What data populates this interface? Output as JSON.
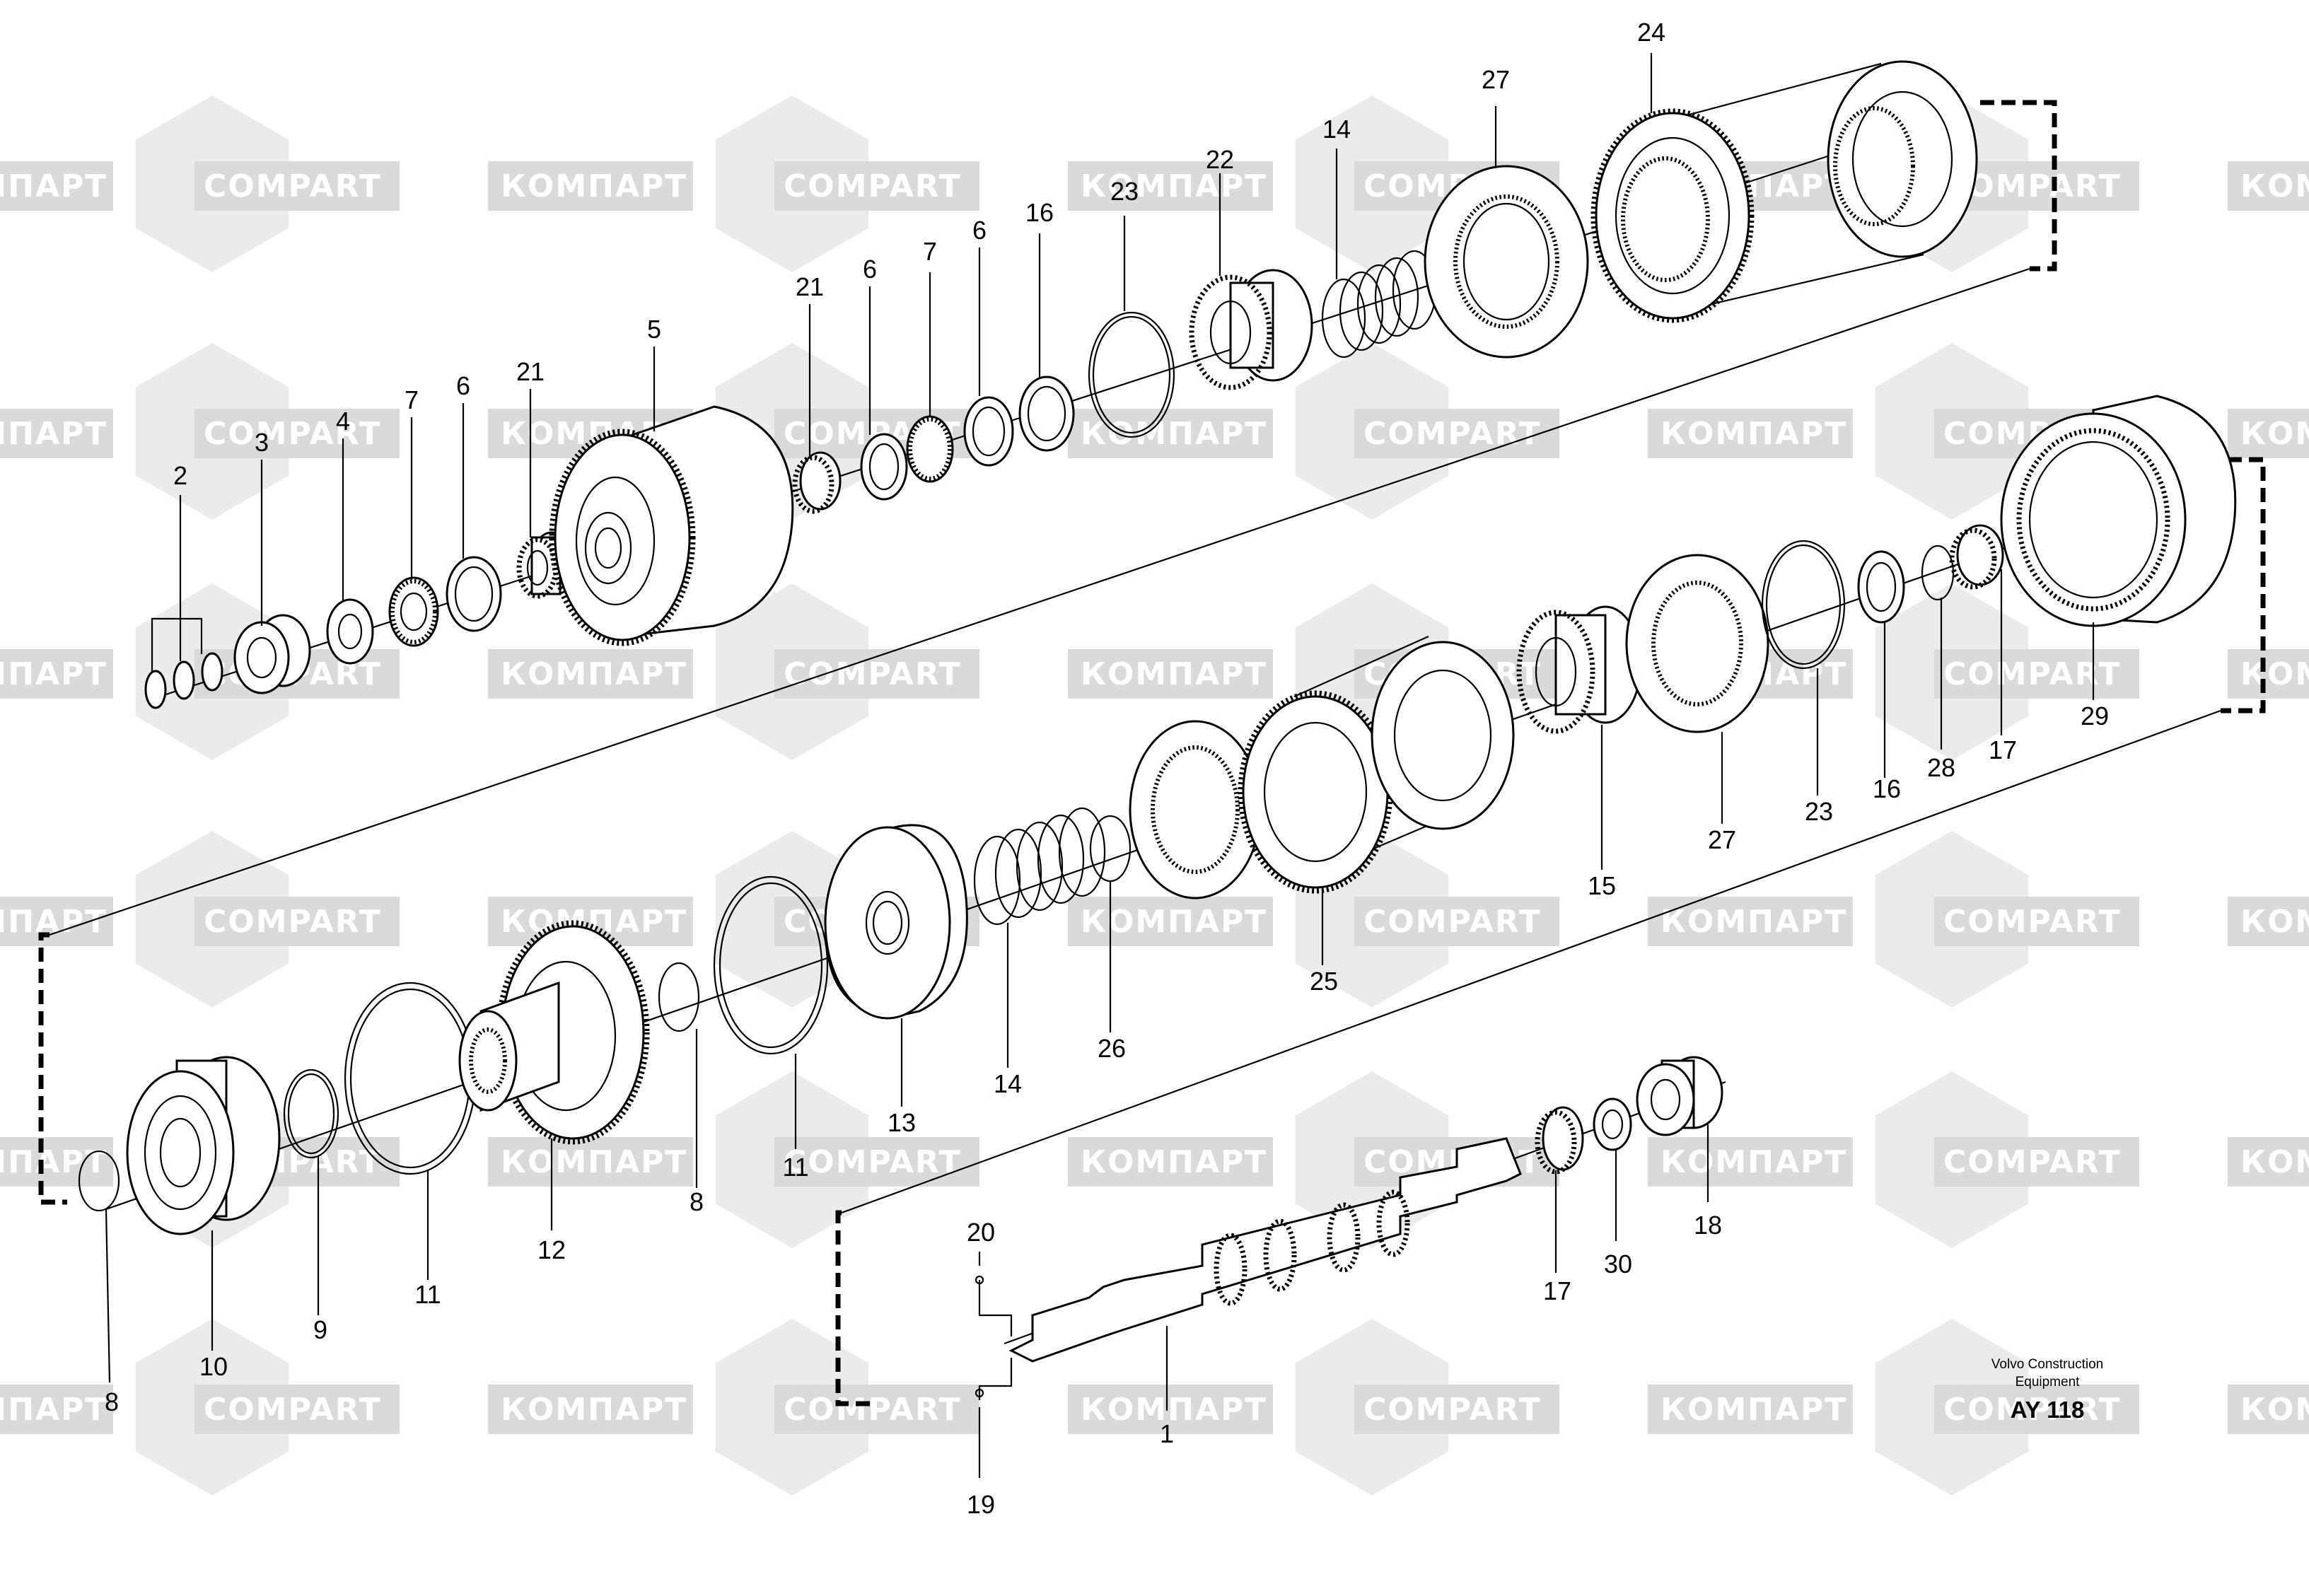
{
  "watermark": {
    "brand_latin": "COMPART",
    "brand_cyrillic": "КОМПАРТ",
    "color": "#d8d8d8"
  },
  "diagram": {
    "callouts": {
      "c1": "1",
      "c2": "2",
      "c3": "3",
      "c4": "4",
      "c5": "5",
      "c6a": "6",
      "c6b": "6",
      "c6c": "6",
      "c7a": "7",
      "c7b": "7",
      "c8a": "8",
      "c8b": "8",
      "c9": "9",
      "c10": "10",
      "c11a": "11",
      "c11b": "11",
      "c12": "12",
      "c13": "13",
      "c14a": "14",
      "c14b": "14",
      "c15": "15",
      "c16a": "16",
      "c16b": "16",
      "c17a": "17",
      "c17b": "17",
      "c18": "18",
      "c19": "19",
      "c20": "20",
      "c21a": "21",
      "c21b": "21",
      "c22": "22",
      "c23a": "23",
      "c23b": "23",
      "c24": "24",
      "c25": "25",
      "c26": "26",
      "c27a": "27",
      "c27b": "27",
      "c28": "28",
      "c29": "29",
      "c30": "30"
    },
    "credit_line1": "Volvo Construction",
    "credit_line2": "Equipment",
    "plate_id": "AY 118"
  }
}
